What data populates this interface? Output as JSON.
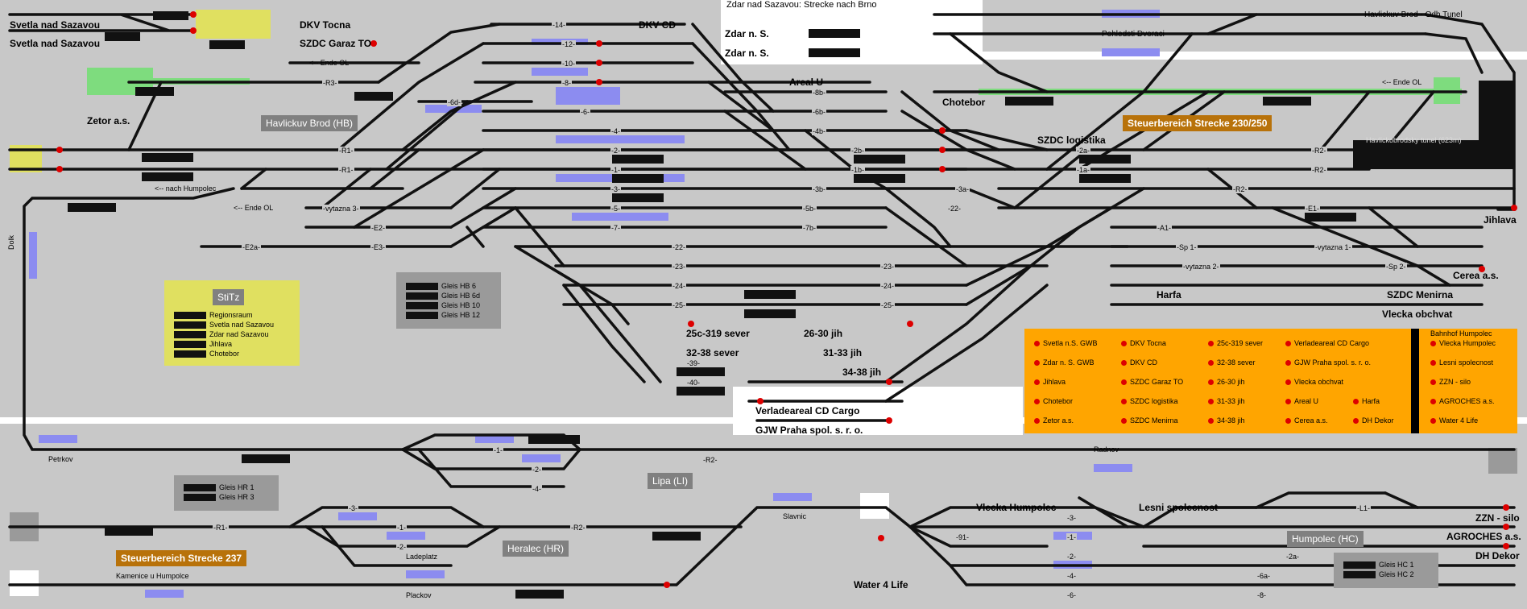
{
  "colors": {
    "background": "#c8c8c8",
    "track": "#111111",
    "signal_red": "#dd0000",
    "control_area_badge": "#b8720a",
    "legend_panel": "#ffa500",
    "platform": "#8c8cf0",
    "highlight_green": "#7edc7e",
    "indicator_yellow": "#e0e060"
  },
  "stations": {
    "svetla_1": "Svetla nad Sazavou",
    "svetla_2": "Svetla nad Sazavou",
    "dkv_tocna": "DKV Tocna",
    "szdc_garaz": "SZDC Garaz TO",
    "dkv_cd": "DKV CD",
    "zdar_header": "Zdar nad Sazavou: Strecke nach Brno",
    "zdar_ns_1": "Zdar n. S.",
    "zdar_ns_2": "Zdar n. S.",
    "pohledsti": "Pohledsti Dvoraci",
    "havl_odb": "Havlickuv Brod - Odb Tunel",
    "areal_u": "Areal U",
    "chotebor": "Chotebor",
    "zetor": "Zetor a.s.",
    "szdc_logistika": "SZDC logistika",
    "tunnel": "Havlickobrodsky tunel (623m)",
    "jihlava": "Jihlava",
    "cerea": "Cerea a.s.",
    "harfa": "Harfa",
    "szdc_menirna": "SZDC Menirna",
    "vlecka_obchvat": "Vlecka obchvat",
    "sev_25c": "25c-319 sever",
    "jih_26": "26-30 jih",
    "jih_31": "31-33 jih",
    "sever_32": "32-38 sever",
    "jih_34": "34-38 jih",
    "verlade": "Verladeareal CD Cargo",
    "gjw": "GJW Praha spol. s. r. o.",
    "petrkov": "Petrkov",
    "radnov": "Radnov",
    "slavnic": "Slavnic",
    "vlecka_humpolec": "Vlecka Humpolec",
    "lesni": "Lesni spolecnost",
    "water": "Water 4 Life",
    "zzn": "ZZN - silo",
    "agroches": "AGROCHES a.s.",
    "dh_dekor": "DH Dekor",
    "ladeplatz": "Ladeplatz",
    "kamenice": "Kamenice u Humpolce",
    "plackov": "Plackov",
    "dolk": "Dolk"
  },
  "zones": {
    "hb": "Havlickuv Brod (HB)",
    "lipa": "Lipa (LI)",
    "heralec": "Heralec (HR)",
    "humpolec": "Humpolec (HC)",
    "stitz": "StiTz"
  },
  "control_areas": {
    "s230": "Steuerbereich Strecke 230/250",
    "s237": "Steuerbereich Strecke 237"
  },
  "ende_labels": {
    "e1": "<-- Ende OL",
    "e2": "<-- Ende OL",
    "e3": "<-- Ende OL",
    "nach_humpolec": "<-- nach Humpolec"
  },
  "tracks": {
    "r3": "-R3-",
    "r1a": "-R1-",
    "r1b": "-R1-",
    "r2a": "-R2-",
    "r2b": "-R2-",
    "r2c": "-R2-",
    "t12": "-12-",
    "t10": "-10-",
    "t8": "-8-",
    "t6d": "-6d-",
    "t6": "-6-",
    "t4": "-4-",
    "t2": "-2-",
    "t1": "-1-",
    "t3": "-3-",
    "t5": "-5-",
    "t7": "-7-",
    "t14": "-14-",
    "t8b": "-8b-",
    "t6b": "-6b-",
    "t4b": "-4b-",
    "t2b": "-2b-",
    "t1b": "-1b-",
    "t3b": "-3b-",
    "t5b": "-5b-",
    "t7b": "-7b-",
    "t2a": "-2a-",
    "t1a": "-1a-",
    "t3a": "-3a-",
    "t22": "-22-",
    "t22b": "-22-",
    "t23": "-23-",
    "t23b": "-23-",
    "t24": "-24-",
    "t24b": "-24-",
    "t25": "-25-",
    "t25b": "-25-",
    "t39": "-39-",
    "t40": "-40-",
    "e1": "-E1-",
    "e2": "-E2-",
    "e3": "-E3-",
    "e2a": "-E2a-",
    "a1": "-A1-",
    "sp1": "-Sp 1-",
    "sp2": "-Sp 2-",
    "vyt2": "-vytazna 2-",
    "vyt1": "-vytazna 1-",
    "vyt3": "-vytazna 3-",
    "li_r2": "-R2-",
    "li_1": "-1-",
    "li_2": "-2-",
    "li_4": "-4-",
    "hr_r1": "-R1-",
    "hr_r2": "-R2-",
    "hr_3": "-3-",
    "hr_1": "-1-",
    "hr_2": "-2-",
    "hc_l1": "-L1-",
    "hc_1": "-1-",
    "hc_2": "-2-",
    "hc_2a": "-2a-",
    "hc_3": "-3-",
    "hc_4": "-4-",
    "hc_6": "-6-",
    "hc_6a": "-6a-",
    "hc_8": "-8-",
    "hc_91": "-91-"
  },
  "panels": {
    "hb_panel": [
      "Gleis HB 6",
      "Gleis HB 6d",
      "Gleis HB 10",
      "Gleis HB 12"
    ],
    "stitz_panel": [
      "Regionsraum",
      "Svetla nad Sazavou",
      "Zdar nad Sazavou",
      "Jihlava",
      "Chotebor"
    ],
    "hr_panel": [
      "Gleis HR 1",
      "Gleis HR 3"
    ],
    "hc_panel": [
      "Gleis HC 1",
      "Gleis HC 2"
    ]
  },
  "legend": {
    "col1": [
      "Svetla n.S. GWB",
      "Zdar n. S. GWB",
      "Jihlava",
      "Chotebor",
      "Zetor a.s."
    ],
    "col2": [
      "DKV Tocna",
      "DKV CD",
      "SZDC Garaz TO",
      "SZDC logistika",
      "SZDC Menirna"
    ],
    "col3": [
      "25c-319 sever",
      "32-38 sever",
      "26-30 jih",
      "31-33 jih",
      "34-38 jih"
    ],
    "col4": [
      "Verladeareal CD Cargo",
      "GJW Praha spol. s. r. o.",
      "Vlecka obchvat",
      "Areal U",
      "Cerea a.s."
    ],
    "col5": [
      "Harfa",
      "DH Dekor"
    ],
    "humpolec_title": "Bahnhof Humpolec",
    "col6": [
      "Vlecka Humpolec",
      "Lesni spolecnost",
      "ZZN - silo",
      "AGROCHES a.s.",
      "Water 4 Life"
    ]
  }
}
